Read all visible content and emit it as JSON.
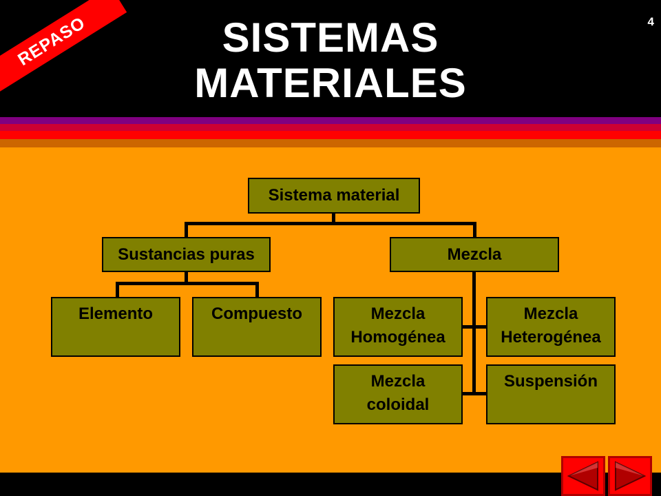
{
  "slide": {
    "number": "4",
    "ribbon": "REPASO",
    "title_lines": [
      "SISTEMAS",
      "MATERIALES"
    ]
  },
  "diagram": {
    "root": "Sistema material",
    "pure": "Sustancias puras",
    "mix": "Mezcla",
    "element": "Elemento",
    "compound": "Compuesto",
    "homogeneous": [
      "Mezcla",
      "Homogénea"
    ],
    "heterogeneous": [
      "Mezcla",
      "Heterogénea"
    ],
    "colloidal": [
      "Mezcla",
      "coloidal"
    ],
    "suspension": "Suspensión"
  },
  "nav": {
    "prev_icon": "triangle-left-icon",
    "next_icon": "triangle-right-icon"
  },
  "colors": {
    "background": "#ff9900",
    "node_fill": "#808000",
    "ribbon": "#ff0000",
    "stripes": [
      "#800080",
      "#cc0033",
      "#ff0000",
      "#cc6600"
    ],
    "nav_button": "#ff0000"
  }
}
